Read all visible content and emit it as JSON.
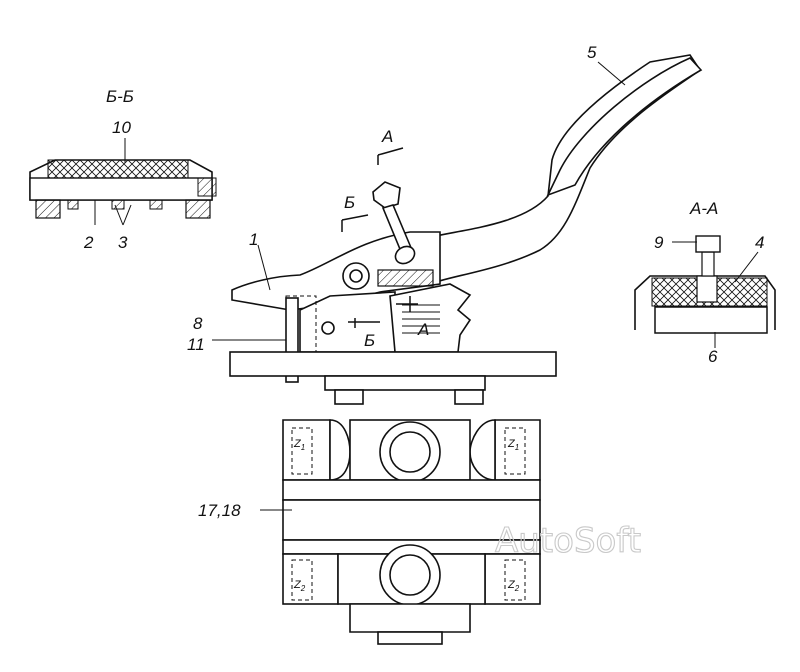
{
  "labels": {
    "section_bb": "Б-Б",
    "section_aa": "А-А",
    "part_10": "10",
    "part_2": "2",
    "part_3": "3",
    "part_1": "1",
    "part_5": "5",
    "part_8": "8",
    "part_11": "11",
    "part_9": "9",
    "part_4": "4",
    "part_6": "6",
    "part_17_18": "17,18",
    "cut_a_top": "А",
    "cut_b_top": "Б",
    "cut_a_bottom": "А",
    "cut_b_bottom": "Б",
    "z1": "Z",
    "z1_sub": "1",
    "z2": "Z",
    "z2_sub": "2"
  },
  "watermark": "AutoSoft"
}
